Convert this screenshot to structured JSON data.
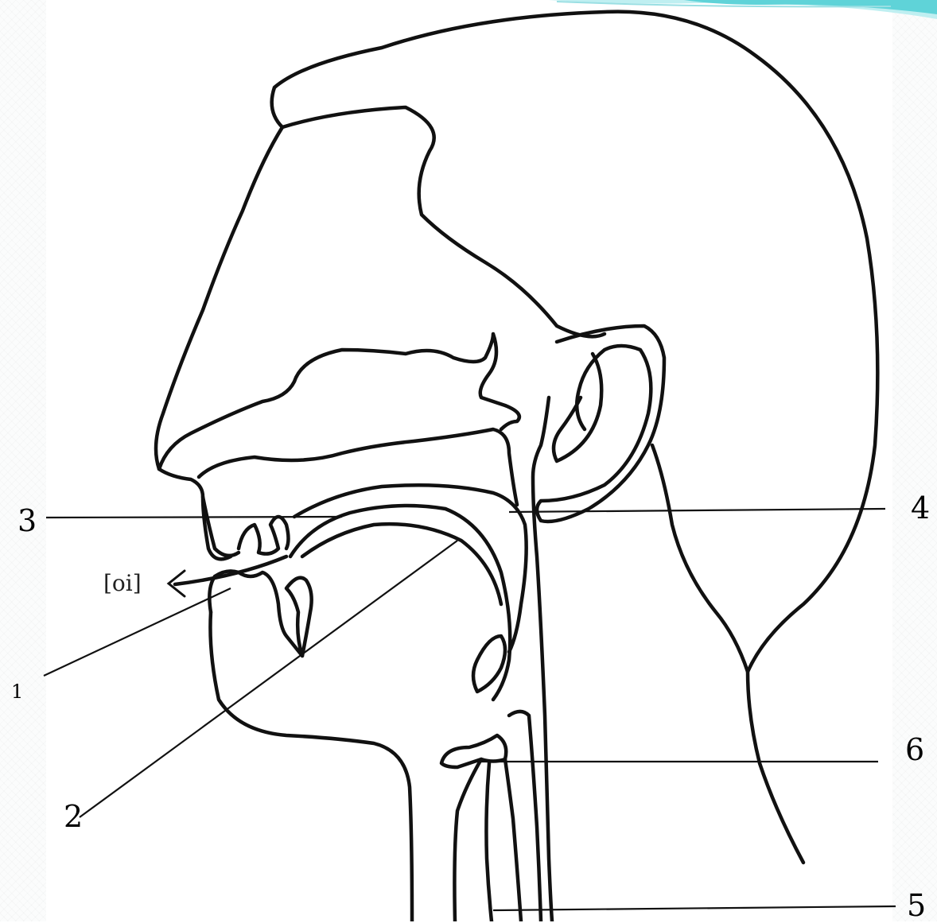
{
  "labels": {
    "one": "1",
    "two": "2",
    "three": "3",
    "four": "4",
    "five": "5",
    "six": "6",
    "sound": "[oi]"
  },
  "colors": {
    "ink": "#111111",
    "banner_teal": "#5fd3d8",
    "banner_light": "#bfeff1"
  },
  "icons": {
    "airflow": "arrow-left-icon"
  }
}
